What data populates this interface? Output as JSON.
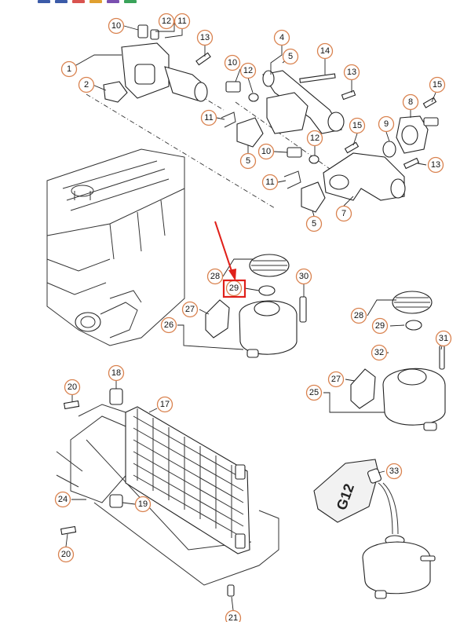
{
  "callouts": [
    {
      "label": "10"
    },
    {
      "label": "12"
    },
    {
      "label": "11"
    },
    {
      "label": "13"
    },
    {
      "label": "1"
    },
    {
      "label": "2"
    },
    {
      "label": "4"
    },
    {
      "label": "5"
    },
    {
      "label": "14"
    },
    {
      "label": "10"
    },
    {
      "label": "12"
    },
    {
      "label": "13"
    },
    {
      "label": "15"
    },
    {
      "label": "8"
    },
    {
      "label": "11"
    },
    {
      "label": "15"
    },
    {
      "label": "9"
    },
    {
      "label": "5"
    },
    {
      "label": "10"
    },
    {
      "label": "12"
    },
    {
      "label": "13"
    },
    {
      "label": "11"
    },
    {
      "label": "7"
    },
    {
      "label": "5"
    },
    {
      "label": "28"
    },
    {
      "label": "29"
    },
    {
      "label": "30"
    },
    {
      "label": "27"
    },
    {
      "label": "26"
    },
    {
      "label": "28"
    },
    {
      "label": "29"
    },
    {
      "label": "31"
    },
    {
      "label": "32"
    },
    {
      "label": "27"
    },
    {
      "label": "25"
    },
    {
      "label": "18"
    },
    {
      "label": "20"
    },
    {
      "label": "17"
    },
    {
      "label": "24"
    },
    {
      "label": "19"
    },
    {
      "label": "20"
    },
    {
      "label": "33"
    },
    {
      "label": "21"
    }
  ],
  "bottle_label": "G12",
  "colors": {
    "callout_border": "#d9824f",
    "highlight": "#e0201a",
    "line": "#222222",
    "topbar": [
      "#3b5ba8",
      "#3b5ba8",
      "#d9534f",
      "#e0a030",
      "#7a4fb0",
      "#3aa35a"
    ]
  }
}
